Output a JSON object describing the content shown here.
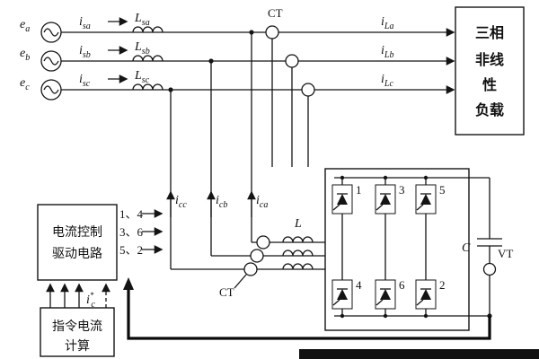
{
  "colors": {
    "ink": "#141414",
    "background": "#ffffff"
  },
  "phases": [
    {
      "e": "e",
      "e_sub": "a",
      "is": "i",
      "is_sub": "sa",
      "L": "L",
      "L_sub": "sa",
      "iL": "i",
      "iL_sub": "La"
    },
    {
      "e": "e",
      "e_sub": "b",
      "is": "i",
      "is_sub": "sb",
      "L": "L",
      "L_sub": "sb",
      "iL": "i",
      "iL_sub": "Lb"
    },
    {
      "e": "e",
      "e_sub": "c",
      "is": "i",
      "is_sub": "sc",
      "L": "L",
      "L_sub": "sc",
      "iL": "i",
      "iL_sub": "Lc"
    }
  ],
  "ct_top": "CT",
  "ct_bottom": "CT",
  "comp": [
    {
      "i": "i",
      "sub": "cc"
    },
    {
      "i": "i",
      "sub": "cb"
    },
    {
      "i": "i",
      "sub": "ca"
    }
  ],
  "coupling_L": "L",
  "load_lines": [
    "三相",
    "非线",
    "性",
    "负载"
  ],
  "drive_lines": [
    "电流控制",
    "驱动电路"
  ],
  "calc_lines": [
    "指令电流",
    "计算"
  ],
  "gate_pairs": [
    "1、4",
    "3、6",
    "5、2"
  ],
  "sw_top": [
    "1",
    "3",
    "5"
  ],
  "sw_bottom": [
    "4",
    "6",
    "2"
  ],
  "cap": "C",
  "vt": "VT",
  "iref": {
    "base": "i",
    "sup": "*",
    "sub": "c"
  }
}
